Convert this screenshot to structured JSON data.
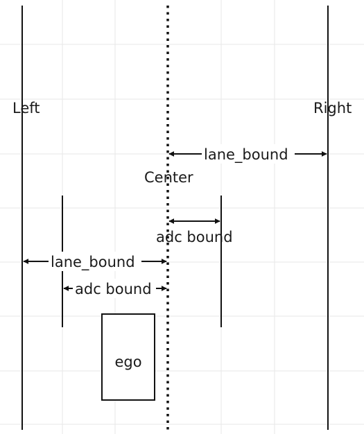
{
  "labels": {
    "left": "Left",
    "right": "Right",
    "center": "Center",
    "lane_bound_right": "lane_bound",
    "adc_bound_right": "adc bound",
    "lane_bound_left": "lane_bound",
    "adc_bound_left": "adc bound",
    "ego": "ego"
  },
  "colors": {
    "line": "#111111",
    "grid": "#e7e7e7",
    "background": "#ffffff"
  }
}
